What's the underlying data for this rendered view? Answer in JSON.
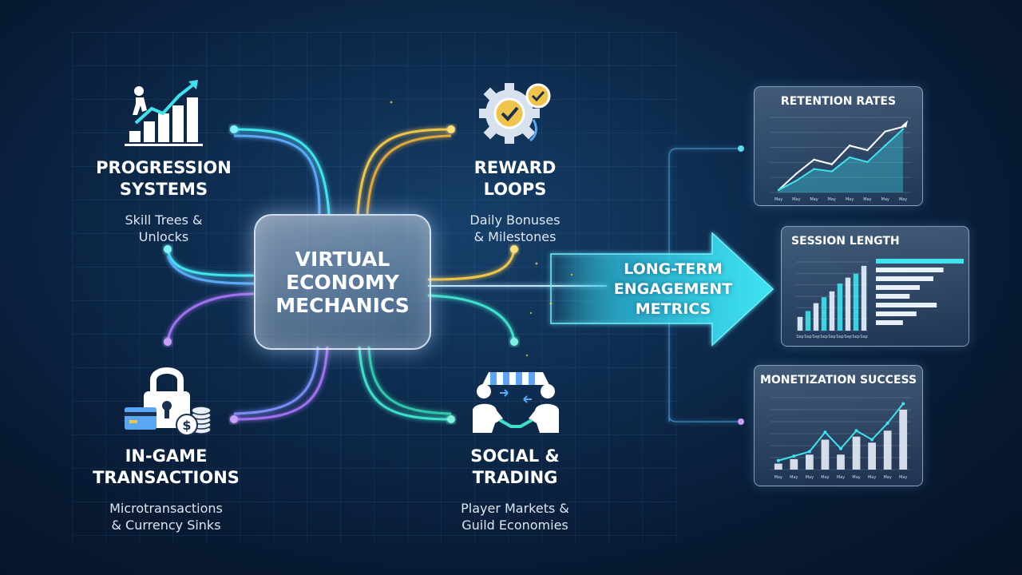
{
  "center": {
    "title": "VIRTUAL ECONOMY MECHANICS"
  },
  "nodes": {
    "progression": {
      "title": "PROGRESSION\nSYSTEMS",
      "subtitle": "Skill Trees &\nUnlocks",
      "icon": "progression-stairs-chart-icon"
    },
    "reward": {
      "title": "REWARD\nLOOPS",
      "subtitle": "Daily Bonuses\n& Milestones",
      "icon": "gear-checkmark-icon"
    },
    "transactions": {
      "title": "IN-GAME\nTRANSACTIONS",
      "subtitle": "Microtransactions\n& Currency Sinks",
      "icon": "lock-card-coins-icon"
    },
    "social": {
      "title": "SOCIAL &\nTRADING",
      "subtitle": "Player Markets &\nGuild Economies",
      "icon": "market-handshake-icon"
    }
  },
  "arrow": {
    "label": "LONG-TERM\nENGAGEMENT\nMETRICS"
  },
  "colors": {
    "cyan": "#3fe3f0",
    "gold": "#f0c44a",
    "purple": "#a070f0",
    "teal": "#3de0c8",
    "blue": "#5aa8f5"
  },
  "chart_data": [
    {
      "type": "line",
      "title": "RETENTION RATES",
      "x": [
        "May",
        "May",
        "May",
        "May",
        "May",
        "May",
        "May",
        "May"
      ],
      "series": [
        {
          "values": [
            1,
            8,
            14,
            12,
            20,
            18,
            26,
            28
          ]
        },
        {
          "values": [
            1,
            5,
            10,
            9,
            15,
            13,
            20,
            27
          ]
        }
      ],
      "ylim": [
        0,
        32
      ],
      "grid": true
    },
    {
      "type": "bar",
      "title": "SESSION LENGTH",
      "categories": [
        "Sep",
        "Sep",
        "Sep",
        "Sep",
        "Sep",
        "Sep",
        "Sep",
        "Sep",
        "Sep"
      ],
      "values": [
        7,
        10,
        14,
        17,
        20,
        24,
        27,
        29,
        33
      ],
      "horizontal_values": [
        26,
        20,
        17,
        13,
        10,
        18,
        12,
        8
      ],
      "ylim": [
        0,
        35
      ],
      "grid": true
    },
    {
      "type": "bar",
      "title": "MONETIZATION SUCCESS",
      "categories": [
        "May",
        "May",
        "May",
        "May",
        "May",
        "May",
        "May",
        "May",
        "May"
      ],
      "values": [
        4,
        7,
        10,
        20,
        10,
        22,
        18,
        26,
        40
      ],
      "line_values": [
        6,
        9,
        12,
        25,
        14,
        26,
        20,
        31,
        44
      ],
      "ylim": [
        0,
        48
      ],
      "grid": true
    }
  ]
}
